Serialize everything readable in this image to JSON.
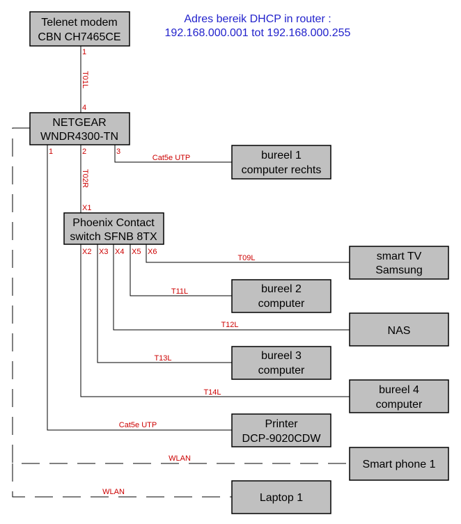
{
  "header": {
    "line1": "Adres bereik DHCP in router :",
    "line2": "192.168.000.001   tot   192.168.000.255"
  },
  "devices": {
    "modem": {
      "line1": "Telenet modem",
      "line2": "CBN CH7465CE"
    },
    "router": {
      "line1": "NETGEAR",
      "line2": "WNDR4300-TN"
    },
    "switch": {
      "line1": "Phoenix Contact",
      "line2": "switch SFNB 8TX"
    },
    "bureel1": {
      "line1": "bureel 1",
      "line2": "computer rechts"
    },
    "smarttv": {
      "line1": "smart TV",
      "line2": "Samsung"
    },
    "bureel2": {
      "line1": "bureel 2",
      "line2": "computer"
    },
    "nas": {
      "line1": "NAS"
    },
    "bureel3": {
      "line1": "bureel 3",
      "line2": "computer"
    },
    "bureel4": {
      "line1": "bureel 4",
      "line2": "computer"
    },
    "printer": {
      "line1": "Printer",
      "line2": "DCP-9020CDW"
    },
    "phone": {
      "line1": "Smart phone 1"
    },
    "laptop": {
      "line1": "Laptop 1"
    }
  },
  "ports": {
    "modem_1": "1",
    "router_4": "4",
    "router_1": "1",
    "router_2": "2",
    "router_3": "3",
    "switch_x1": "X1",
    "switch_x2": "X2",
    "switch_x3": "X3",
    "switch_x4": "X4",
    "switch_x5": "X5",
    "switch_x6": "X6"
  },
  "cables": {
    "t01l": "T01L",
    "t02r": "T02R",
    "cat5e_bureel1": "Cat5e UTP",
    "t09l": "T09L",
    "t11l": "T11L",
    "t12l": "T12L",
    "t13l": "T13L",
    "t14l": "T14L",
    "cat5e_printer": "Cat5e UTP",
    "wlan_phone": "WLAN",
    "wlan_laptop": "WLAN"
  }
}
